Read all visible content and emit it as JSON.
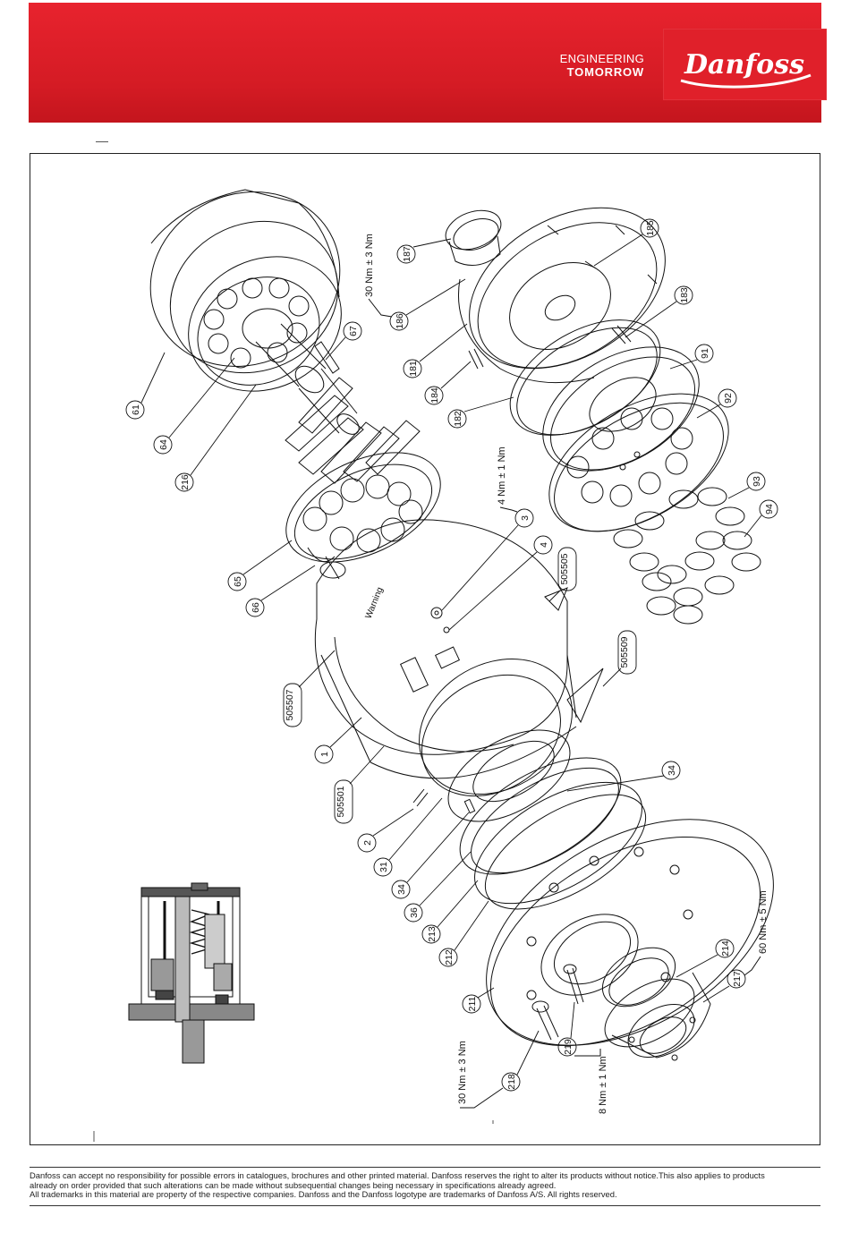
{
  "header": {
    "tagline_line1": "ENGINEERING",
    "tagline_line2": "TOMORROW",
    "logo_text": "Danfoss",
    "brand_color": "#e2222c"
  },
  "drawing": {
    "housing_text": "Warning",
    "callouts": [
      {
        "id": "c61",
        "label": "61"
      },
      {
        "id": "c64",
        "label": "64"
      },
      {
        "id": "c216",
        "label": "216"
      },
      {
        "id": "c67",
        "label": "67"
      },
      {
        "id": "c65",
        "label": "65"
      },
      {
        "id": "c66",
        "label": "66"
      },
      {
        "id": "c187",
        "label": "187"
      },
      {
        "id": "c186",
        "label": "186"
      },
      {
        "id": "c181",
        "label": "181"
      },
      {
        "id": "c184",
        "label": "184"
      },
      {
        "id": "c182",
        "label": "182"
      },
      {
        "id": "c185",
        "label": "185"
      },
      {
        "id": "c183",
        "label": "183"
      },
      {
        "id": "c91",
        "label": "91"
      },
      {
        "id": "c92",
        "label": "92"
      },
      {
        "id": "c93",
        "label": "93"
      },
      {
        "id": "c94",
        "label": "94"
      },
      {
        "id": "c3",
        "label": "3"
      },
      {
        "id": "c4",
        "label": "4"
      },
      {
        "id": "c505505",
        "label": "505505"
      },
      {
        "id": "c505509",
        "label": "505509"
      },
      {
        "id": "c505507",
        "label": "505507"
      },
      {
        "id": "c1",
        "label": "1"
      },
      {
        "id": "c505501",
        "label": "505501"
      },
      {
        "id": "c34a",
        "label": "34"
      },
      {
        "id": "c2",
        "label": "2"
      },
      {
        "id": "c31",
        "label": "31"
      },
      {
        "id": "c34b",
        "label": "34"
      },
      {
        "id": "c36",
        "label": "36"
      },
      {
        "id": "c213",
        "label": "213"
      },
      {
        "id": "c212",
        "label": "212"
      },
      {
        "id": "c211",
        "label": "211"
      },
      {
        "id": "c214",
        "label": "214"
      },
      {
        "id": "c217",
        "label": "217"
      },
      {
        "id": "c218",
        "label": "218"
      },
      {
        "id": "c219",
        "label": "219"
      }
    ],
    "torques": [
      {
        "id": "t1",
        "text": "30 Nm ± 3 Nm"
      },
      {
        "id": "t2",
        "text": "4 Nm ± 1 Nm"
      },
      {
        "id": "t3",
        "text": "60 Nm ± 5 Nm"
      },
      {
        "id": "t4",
        "text": "30 Nm ± 3 Nm"
      },
      {
        "id": "t5",
        "text": "8 Nm ± 1 Nm"
      }
    ]
  },
  "disclaimer": {
    "line1": "Danfoss can accept no responsibility for possible errors in catalogues, brochures and other printed material. Danfoss reserves the right to alter its products without notice.This also applies to products",
    "line2": "already on order provided that such alterations can be made without subsequential changes being necessary in specifications already agreed.",
    "line3": "All trademarks in this material are property of the respective companies. Danfoss and the Danfoss logotype are trademarks of Danfoss A/S. All rights reserved."
  }
}
